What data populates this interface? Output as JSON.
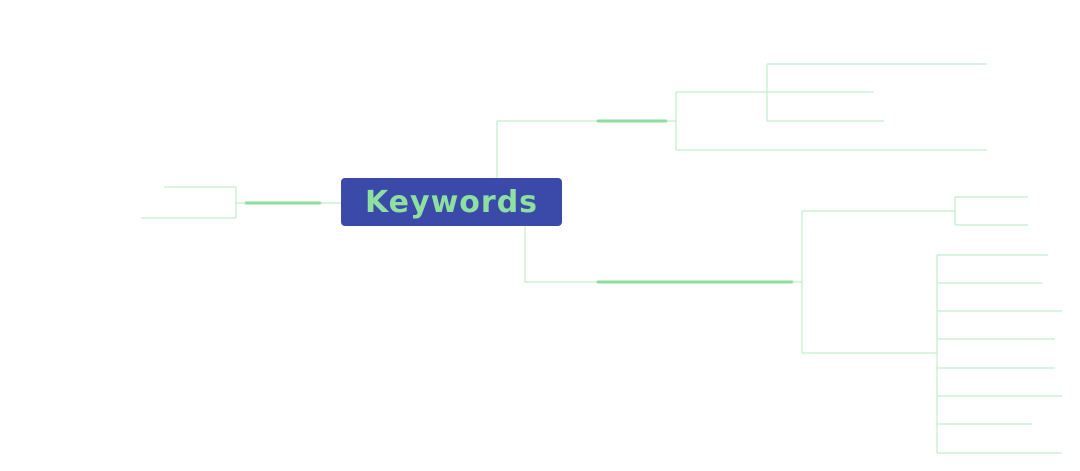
{
  "central_topic": {
    "label": "Keywords"
  },
  "colors": {
    "node_background": "#3b4aa8",
    "node_text": "#8ee0a0",
    "branch_bar": "#8ddd9c",
    "connector_line": "#b7e8c0",
    "canvas_background": "#ffffff"
  },
  "branches": [
    {
      "name": "left-branch",
      "subtopics": [
        "",
        ""
      ]
    },
    {
      "name": "upper-right-branch",
      "subtopics": [
        {
          "label": "",
          "children": [
            "",
            "",
            ""
          ]
        },
        {
          "label": "",
          "children": []
        }
      ]
    },
    {
      "name": "lower-right-branch",
      "subtopics": [
        {
          "label": "",
          "children": [
            "",
            ""
          ]
        },
        {
          "label": "",
          "children": [
            "",
            "",
            "",
            "",
            "",
            "",
            "",
            ""
          ]
        }
      ]
    }
  ]
}
